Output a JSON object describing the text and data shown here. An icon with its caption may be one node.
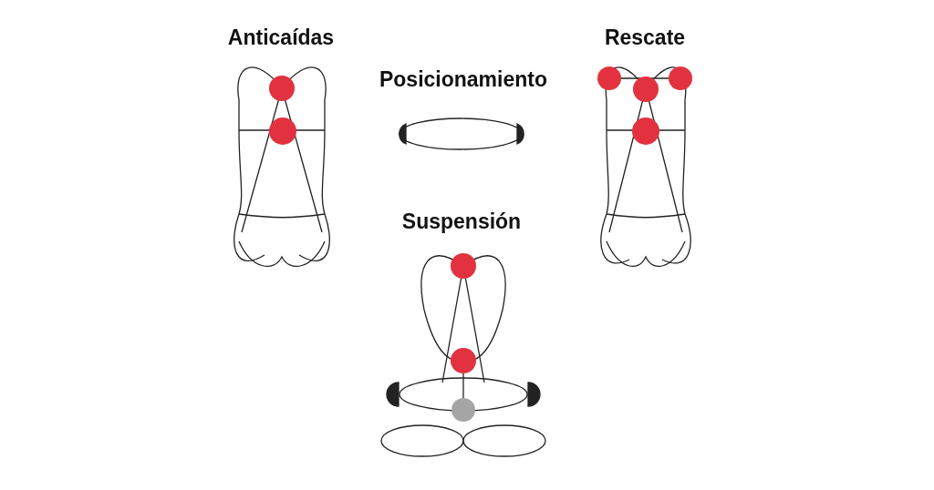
{
  "diagram": {
    "labels": [
      "Anticaídas",
      "Rescate",
      "Posicionamiento",
      "Suspensión"
    ]
  }
}
